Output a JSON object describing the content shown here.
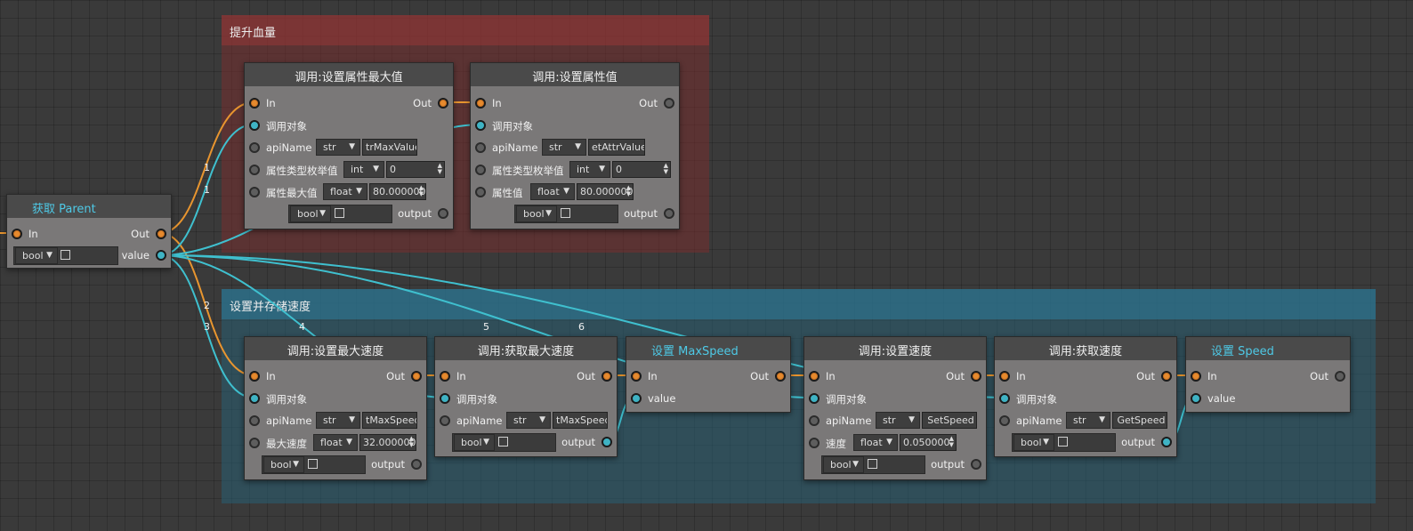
{
  "groups": {
    "hp": {
      "title": "提升血量"
    },
    "speed": {
      "title": "设置并存储速度"
    }
  },
  "common": {
    "in": "In",
    "out": "Out",
    "target": "调用对象",
    "api_name": "apiName",
    "output": "output",
    "value": "value",
    "type_str": "str",
    "type_int": "int",
    "type_float": "float",
    "type_bool": "bool",
    "dropdown_icon": "chevron-down-icon"
  },
  "nodes": {
    "get_parent": {
      "title": "获取 Parent",
      "out_value": "value"
    },
    "set_attr_max": {
      "title": "调用:设置属性最大值",
      "api_value": "trMaxValue",
      "enum_label": "属性类型枚举值",
      "enum_value": "0",
      "param_label": "属性最大值",
      "param_value": "80.000000"
    },
    "set_attr": {
      "title": "调用:设置属性值",
      "api_value": "etAttrValue",
      "enum_label": "属性类型枚举值",
      "enum_value": "0",
      "param_label": "属性值",
      "param_value": "80.000000"
    },
    "set_max_speed": {
      "title": "调用:设置最大速度",
      "api_value": "tMaxSpeed",
      "param_label": "最大速度",
      "param_value": "32.000000"
    },
    "get_max_speed": {
      "title": "调用:获取最大速度",
      "api_value": "tMaxSpeed"
    },
    "set_var_max_speed": {
      "title": "设置 MaxSpeed"
    },
    "set_speed": {
      "title": "调用:设置速度",
      "api_value": "SetSpeed",
      "param_label": "速度",
      "param_value": "0.050000"
    },
    "get_speed": {
      "title": "调用:获取速度",
      "api_value": "GetSpeed"
    },
    "set_var_speed": {
      "title": "设置 Speed"
    }
  },
  "wire_labels": [
    "1",
    "1",
    "2",
    "2",
    "3",
    "4",
    "5",
    "6"
  ],
  "colors": {
    "exec_wire": "#e8952f",
    "data_wire": "#3fc0cf",
    "hp_group": "#7a2e2e",
    "speed_group": "#2b6478"
  }
}
